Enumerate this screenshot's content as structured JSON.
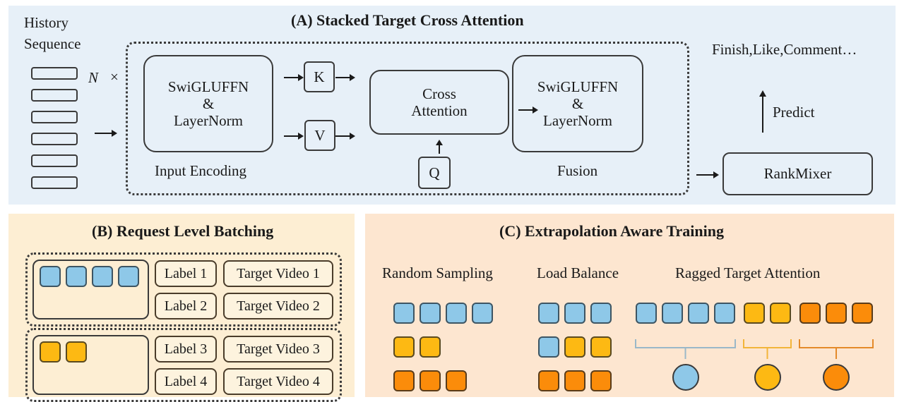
{
  "panel_a": {
    "title": "(A) Stacked Target Cross Attention",
    "history_label_line1": "History",
    "history_label_line2": "Sequence",
    "repeat_label_n": "N",
    "repeat_label_x": "×",
    "input_block": {
      "line1": "SwiGLUFFN",
      "line2": "&",
      "line3": "LayerNorm",
      "caption": "Input Encoding"
    },
    "k_label": "K",
    "v_label": "V",
    "q_label": "Q",
    "cross_attention": {
      "line1": "Cross",
      "line2": "Attention"
    },
    "fusion_block": {
      "line1": "SwiGLUFFN",
      "line2": "&",
      "line3": "LayerNorm",
      "caption": "Fusion"
    },
    "rankmixer_label": "RankMixer",
    "predict_label": "Predict",
    "outputs_label": "Finish,Like,Comment…",
    "history_item_count": 6
  },
  "panel_b": {
    "title": "(B) Request Level Batching",
    "groups": [
      {
        "token_color": "blue",
        "token_count": 4,
        "rows": [
          {
            "label": "Label 1",
            "target": "Target Video 1"
          },
          {
            "label": "Label 2",
            "target": "Target Video 2"
          }
        ]
      },
      {
        "token_color": "yellow",
        "token_count": 2,
        "rows": [
          {
            "label": "Label 3",
            "target": "Target Video 3"
          },
          {
            "label": "Label 4",
            "target": "Target Video 4"
          }
        ]
      }
    ]
  },
  "panel_c": {
    "title": "(C) Extrapolation Aware Training",
    "random_sampling": {
      "label": "Random Sampling",
      "rows": [
        [
          "blue",
          "blue",
          "blue",
          "blue"
        ],
        [
          "yellow",
          "yellow"
        ],
        [
          "orange",
          "orange",
          "orange"
        ]
      ]
    },
    "load_balance": {
      "label": "Load Balance",
      "rows": [
        [
          "blue",
          "blue",
          "blue"
        ],
        [
          "blue",
          "yellow",
          "yellow"
        ],
        [
          "orange",
          "orange",
          "orange"
        ]
      ]
    },
    "ragged_target_attention": {
      "label": "Ragged Target Attention",
      "groups": [
        {
          "color": "blue",
          "count": 4
        },
        {
          "color": "yellow",
          "count": 2
        },
        {
          "color": "orange",
          "count": 3
        }
      ]
    }
  },
  "colors": {
    "panel_a_bg": "#e7f0f8",
    "panel_b_bg": "#fdeed3",
    "panel_c_bg": "#fde6d0",
    "token_blue": "#8ec8e8",
    "token_yellow": "#fdb913",
    "token_orange": "#fb8c0a"
  }
}
